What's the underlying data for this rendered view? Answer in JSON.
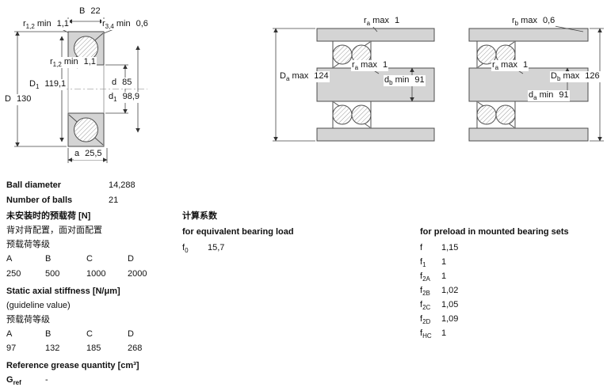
{
  "colors": {
    "diagram_fill": "#d4d4d4",
    "diagram_stroke": "#4d4d4d",
    "text": "#111111"
  },
  "diagrams": {
    "left": {
      "b": {
        "pre": "B",
        "sub": "",
        "post": "",
        "value": "22"
      },
      "r12_top": {
        "pre": "r",
        "sub": "1,2",
        "post": " min",
        "value": "1,1"
      },
      "r34": {
        "pre": "r",
        "sub": "3,4",
        "post": " min",
        "value": "0,6"
      },
      "r12_inner": {
        "pre": "r",
        "sub": "1,2",
        "post": " min",
        "value": "1,1"
      },
      "D1": {
        "pre": "D",
        "sub": "1",
        "post": "",
        "value": "119,1"
      },
      "d": {
        "pre": "d",
        "sub": "",
        "post": "",
        "value": "85"
      },
      "d1": {
        "pre": "d",
        "sub": "1",
        "post": "",
        "value": "98,9"
      },
      "D": {
        "pre": "D",
        "sub": "",
        "post": "",
        "value": "130"
      },
      "a": {
        "pre": "a",
        "sub": "",
        "post": "",
        "value": "25,5"
      }
    },
    "middle": {
      "ra_top": {
        "pre": "r",
        "sub": "a",
        "post": " max",
        "value": "1"
      },
      "Da": {
        "pre": "D",
        "sub": "a",
        "post": " max",
        "value": "124"
      },
      "ra_mid": {
        "pre": "r",
        "sub": "a",
        "post": " max",
        "value": "1"
      },
      "db": {
        "pre": "d",
        "sub": "b",
        "post": " min",
        "value": "91"
      }
    },
    "right": {
      "rb_top": {
        "pre": "r",
        "sub": "b",
        "post": " max",
        "value": "0,6"
      },
      "ra_mid": {
        "pre": "r",
        "sub": "a",
        "post": " max",
        "value": "1"
      },
      "Db": {
        "pre": "D",
        "sub": "b",
        "post": " max",
        "value": "126"
      },
      "da": {
        "pre": "d",
        "sub": "a",
        "post": " min",
        "value": "91"
      }
    }
  },
  "specs": {
    "general": [
      {
        "label": "Ball diameter",
        "value": "14,288"
      },
      {
        "label": "Number of balls",
        "value": "21"
      }
    ],
    "preload": {
      "title": "未安装时的预载荷 [N]",
      "subtitle": "背对背配置，面对面配置",
      "class_label": "预载荷等级",
      "headers": [
        "A",
        "B",
        "C",
        "D"
      ],
      "values": [
        "250",
        "500",
        "1000",
        "2000"
      ]
    },
    "stiffness": {
      "title": "Static axial stiffness [N/μm]",
      "subtitle": "(guideline value)",
      "class_label": "预载荷等级",
      "headers": [
        "A",
        "B",
        "C",
        "D"
      ],
      "values": [
        "97",
        "132",
        "185",
        "268"
      ]
    },
    "grease": {
      "title": "Reference grease quantity [cm³]",
      "symbol": {
        "pre": "G",
        "sub": "ref",
        "post": ""
      },
      "value": "-"
    },
    "calc_factors": {
      "title": "计算系数",
      "equiv_load_title": "for equivalent bearing load",
      "f0": {
        "pre": "f",
        "sub": "0",
        "post": "",
        "value": "15,7"
      }
    },
    "preload_factors": {
      "title": "for preload in mounted bearing sets",
      "rows": [
        {
          "pre": "f",
          "sub": "",
          "post": "",
          "value": "1,15"
        },
        {
          "pre": "f",
          "sub": "1",
          "post": "",
          "value": "1"
        },
        {
          "pre": "f",
          "sub": "2A",
          "post": "",
          "value": "1"
        },
        {
          "pre": "f",
          "sub": "2B",
          "post": "",
          "value": "1,02"
        },
        {
          "pre": "f",
          "sub": "2C",
          "post": "",
          "value": "1,05"
        },
        {
          "pre": "f",
          "sub": "2D",
          "post": "",
          "value": "1,09"
        },
        {
          "pre": "f",
          "sub": "HC",
          "post": "",
          "value": "1"
        }
      ]
    }
  }
}
